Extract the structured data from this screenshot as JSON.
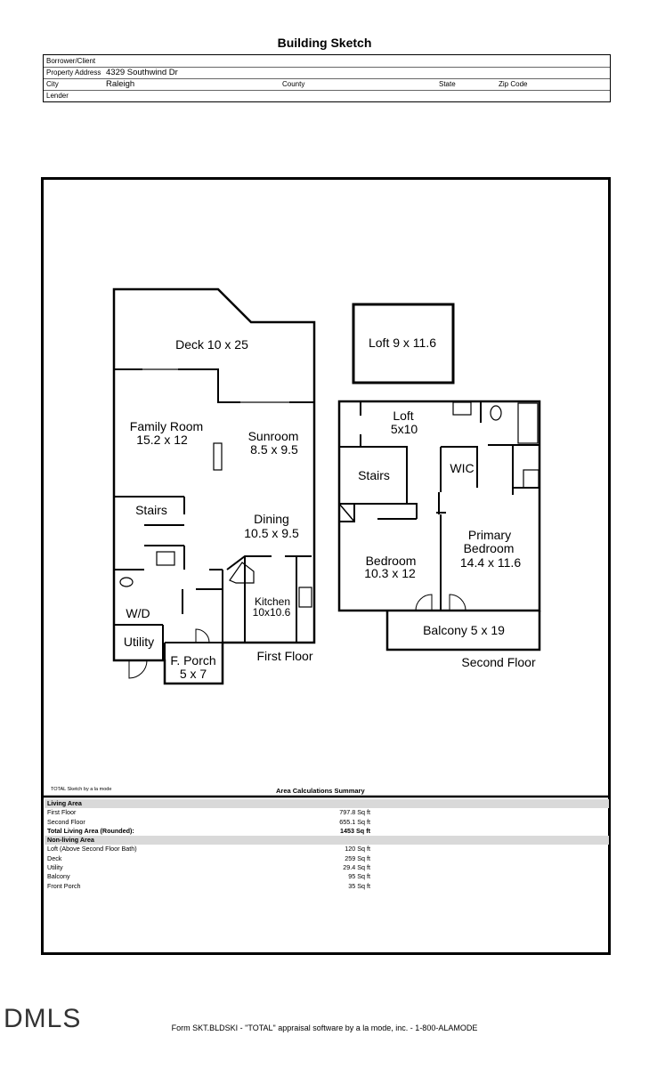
{
  "title": "Building Sketch",
  "header": {
    "borrower_label": "Borrower/Client",
    "borrower_value": "",
    "address_label": "Property Address",
    "address_value": "4329 Southwind Dr",
    "city_label": "City",
    "city_value": "Raleigh",
    "county_label": "County",
    "state_label": "State",
    "zip_label": "Zip Code",
    "lender_label": "Lender"
  },
  "sketch": {
    "deck": "Deck 10 x 25",
    "family_room_name": "Family Room",
    "family_room_size": "15.2 x 12",
    "sunroom_name": "Sunroom",
    "sunroom_size": "8.5 x 9.5",
    "stairs_first": "Stairs",
    "dining_name": "Dining",
    "dining_size": "10.5 x 9.5",
    "kitchen_name": "Kitchen",
    "kitchen_size": "10x10.6",
    "wd": "W/D",
    "utility": "Utility",
    "porch_name": "F. Porch",
    "porch_size": "5 x 7",
    "first_floor": "First Floor",
    "loft_top": "Loft 9 x 11.6",
    "loft2_name": "Loft",
    "loft2_size": "5x10",
    "stairs_second": "Stairs",
    "wic": "WIC",
    "primary_name1": "Primary",
    "primary_name2": "Bedroom",
    "primary_size": "14.4 x 11.6",
    "bedroom_name": "Bedroom",
    "bedroom_size": "10.3 x 12",
    "balcony": "Balcony 5 x 19",
    "second_floor": "Second Floor"
  },
  "summary": {
    "credit": "TOTAL Sketch by a la mode",
    "title": "Area Calculations Summary",
    "rows": [
      {
        "name": "Living Area",
        "value": "",
        "style": "head"
      },
      {
        "name": "First Floor",
        "value": "797.8 Sq ft",
        "style": ""
      },
      {
        "name": "Second Floor",
        "value": "655.1 Sq ft",
        "style": ""
      },
      {
        "name": "Total Living Area (Rounded):",
        "value": "1453 Sq ft",
        "style": "bold"
      },
      {
        "name": "Non-living Area",
        "value": "",
        "style": "head"
      },
      {
        "name": "Loft (Above Second Floor Bath)",
        "value": "120 Sq ft",
        "style": ""
      },
      {
        "name": "Deck",
        "value": "259 Sq ft",
        "style": ""
      },
      {
        "name": "Utility",
        "value": "29.4 Sq ft",
        "style": ""
      },
      {
        "name": "Balcony",
        "value": "95 Sq ft",
        "style": ""
      },
      {
        "name": "Front Porch",
        "value": "35 Sq ft",
        "style": ""
      }
    ]
  },
  "footer": "Form SKT.BLDSKI - \"TOTAL\" appraisal software by a la mode, inc. - 1-800-ALAMODE",
  "logo": "DMLS"
}
